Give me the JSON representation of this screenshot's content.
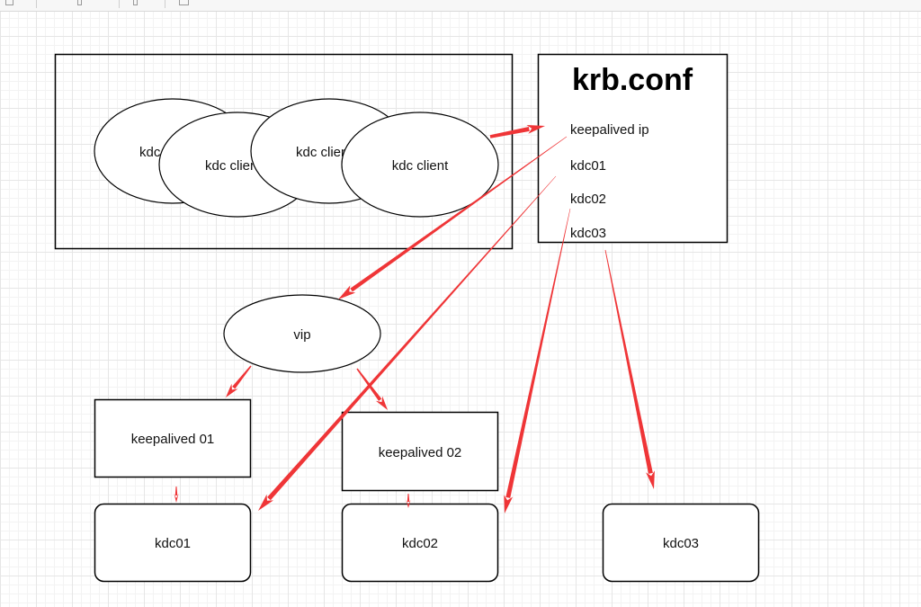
{
  "toolbar": {
    "icons": [
      "undo-icon",
      "redo-icon",
      "format-icon",
      "shape-icon"
    ]
  },
  "clients": {
    "labels": [
      "kdc client",
      "kdc client",
      "kdc client",
      "kdc client"
    ]
  },
  "krbconf": {
    "title": "krb.conf",
    "lines": [
      "keepalived ip",
      "kdc01",
      "kdc02",
      "kdc03"
    ]
  },
  "vip": {
    "label": "vip"
  },
  "keepalived": [
    {
      "label": "keepalived 01"
    },
    {
      "label": "keepalived 02"
    }
  ],
  "kdcs": [
    {
      "label": "kdc01"
    },
    {
      "label": "kdc02"
    },
    {
      "label": "kdc03"
    }
  ],
  "colors": {
    "arrow": "#ef3537",
    "grid": "#e6e6e6",
    "shape_stroke": "#000000"
  }
}
